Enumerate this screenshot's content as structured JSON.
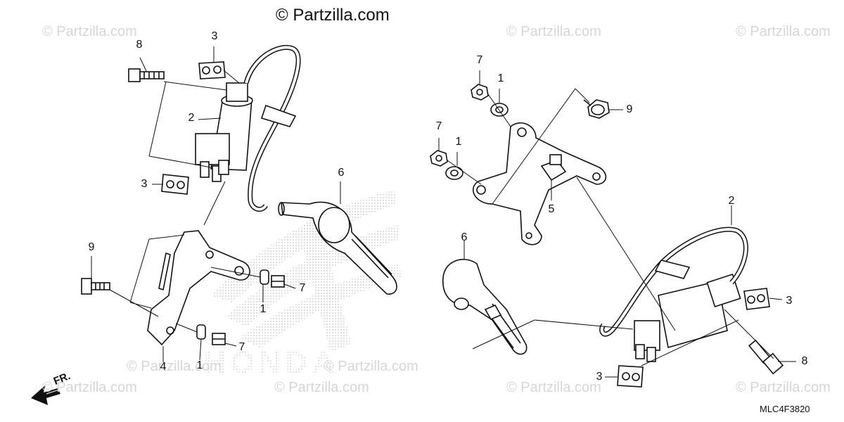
{
  "watermark": {
    "text": "© Partzilla.com",
    "main_text": "© Partzilla.com"
  },
  "diagram_code": "MLC4F3820",
  "direction_label": "FR.",
  "brand_mark": "HONDA",
  "callouts": {
    "left": [
      "8",
      "3",
      "2",
      "3",
      "6",
      "9",
      "4",
      "1",
      "7",
      "1",
      "7"
    ],
    "right": [
      "7",
      "1",
      "9",
      "7",
      "1",
      "5",
      "2",
      "6",
      "3",
      "8",
      "3"
    ]
  }
}
